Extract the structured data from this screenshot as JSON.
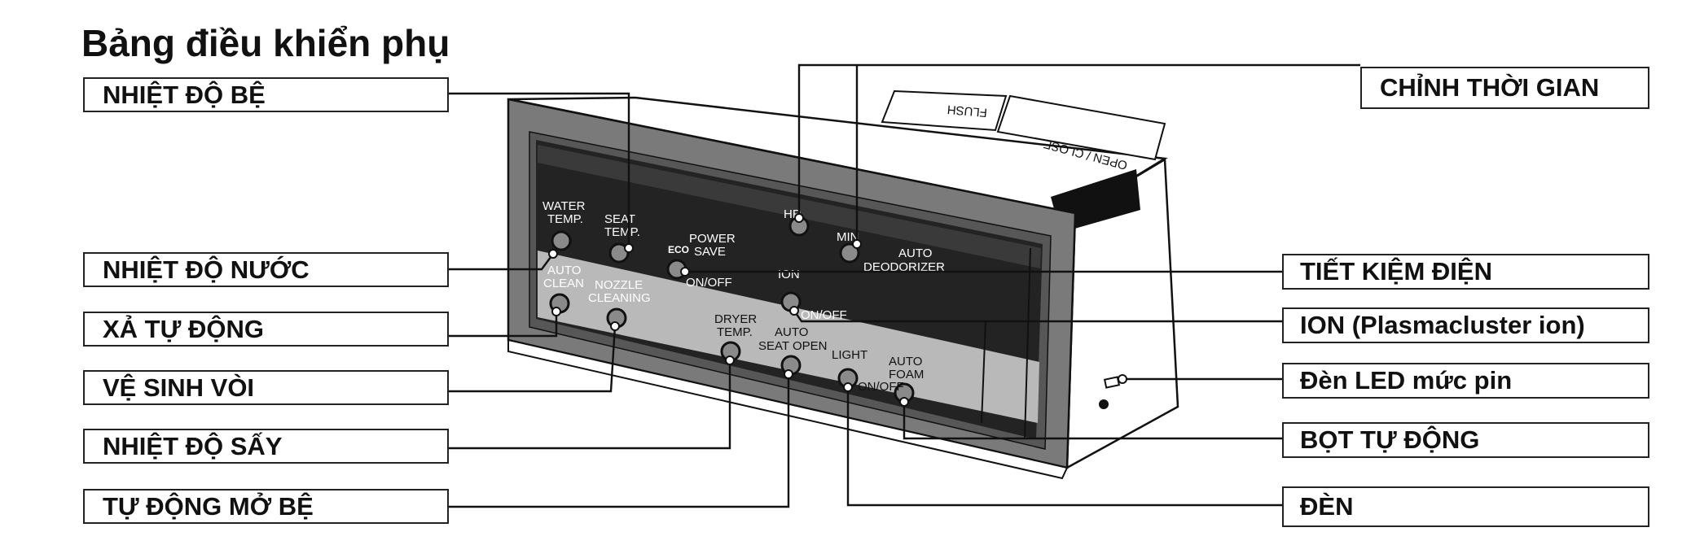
{
  "title": "Bảng điều khiển phụ",
  "labels_left": {
    "seat_temp": "NHIỆT ĐỘ BỆ",
    "water_temp": "NHIỆT ĐỘ NƯỚC",
    "auto_clean": "XẢ TỰ ĐỘNG",
    "nozzle_cleaning": "VỆ SINH VÒI",
    "dryer_temp": "NHIỆT ĐỘ SẤY",
    "auto_seat_open": "TỰ ĐỘNG MỞ BỆ"
  },
  "labels_right": {
    "clock": "CHỈNH THỜI GIAN",
    "power_save": "TIẾT KIỆM ĐIỆN",
    "ion": "ION (Plasmacluster ion)",
    "battery_led": "Đèn LED mức pin",
    "auto_foam": "BỌT TỰ ĐỘNG",
    "light": "ĐÈN"
  },
  "panel_text": {
    "water_temp": [
      "WATER",
      "TEMP."
    ],
    "seat_temp": [
      "SEAT",
      "TEMP."
    ],
    "eco": "ECO",
    "power_save": [
      "POWER",
      "SAVE"
    ],
    "power_save_onoff": "ON/OFF",
    "hr": "HR",
    "min": "MIN",
    "auto_deodorizer": [
      "AUTO",
      "DEODORIZER"
    ],
    "ion": "ION",
    "ion_onoff": "ON/OFF",
    "auto_clean": [
      "AUTO",
      "CLEAN"
    ],
    "nozzle_cleaning": [
      "NOZZLE",
      "CLEANING"
    ],
    "dryer_temp": [
      "DRYER",
      "TEMP."
    ],
    "auto_seat_open": [
      "AUTO",
      "SEAT OPEN"
    ],
    "light": "LIGHT",
    "light_onoff": "ON/OFF",
    "auto_foam": [
      "AUTO",
      "FOAM"
    ],
    "flush": "FLUSH",
    "open_close": "OPEN / CLOSE"
  }
}
